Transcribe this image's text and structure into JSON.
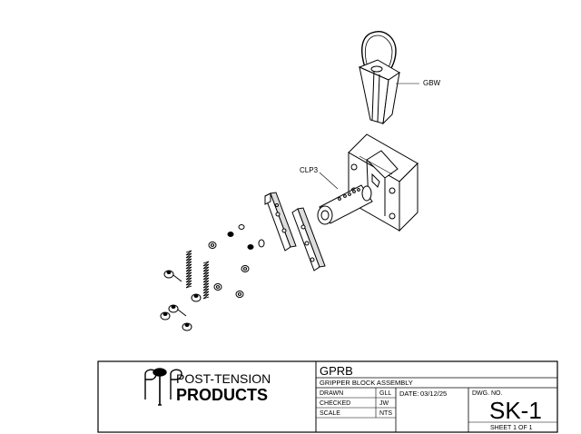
{
  "callouts": {
    "gbw": "GBW",
    "clp3": "CLP3"
  },
  "title_block": {
    "company_line1": "POST-TENSION",
    "company_line2": "PRODUCTS",
    "part_number": "GPRB",
    "part_description": "GRIPPER BLOCK ASSEMBLY",
    "drawn_label": "DRAWN",
    "drawn_value": "GLL",
    "checked_label": "CHECKED",
    "checked_value": "JW",
    "scale_label": "SCALE",
    "scale_value": "NTS",
    "date_label": "DATE:",
    "date_value": "03/12/25",
    "dwg_no_label": "DWG.  NO.",
    "dwg_no_value": "SK-1",
    "sheet_label": "SHEET 1 OF 1"
  }
}
